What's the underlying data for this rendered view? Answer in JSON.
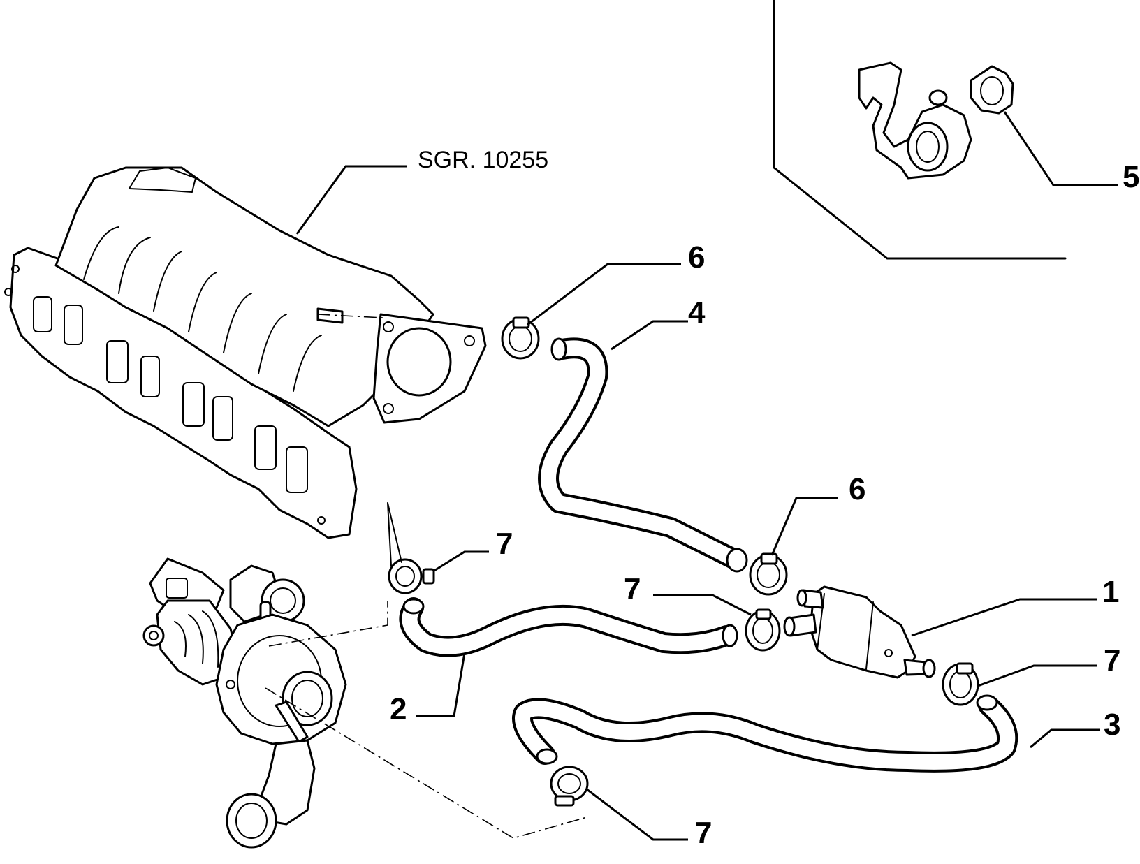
{
  "diagram": {
    "reference_label": "SGR. 10255",
    "callouts": {
      "c1": "1",
      "c2": "2",
      "c3": "3",
      "c4": "4",
      "c5": "5",
      "c6a": "6",
      "c6b": "6",
      "c7a": "7",
      "c7b": "7",
      "c7c": "7",
      "c7d": "7"
    }
  }
}
